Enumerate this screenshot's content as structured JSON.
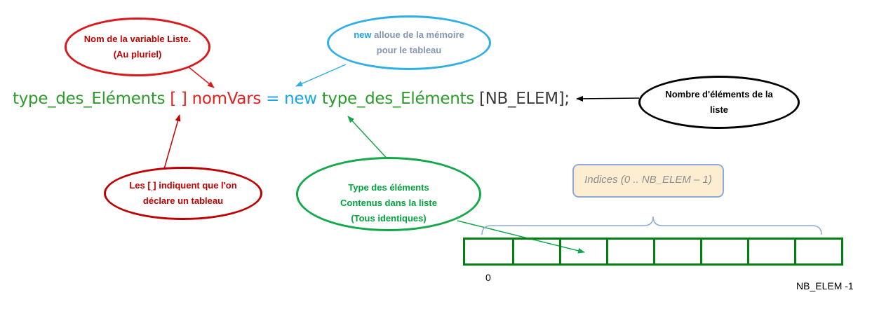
{
  "code": {
    "type_elements": "type_des_Eléments",
    "brackets": "[ ]",
    "var_name": "nomVars",
    "equals": "=",
    "new_kw": "new",
    "type_elements_2": "type_des_Eléments",
    "size": "[NB_ELEM];"
  },
  "callouts": {
    "var_name": {
      "line1": "Nom de la variable Liste.",
      "line2": "(Au pluriel)"
    },
    "new_alloc": {
      "keyword": "new",
      "line1_rest": " alloue de la mémoire",
      "line2": "pour le tableau"
    },
    "count": {
      "line1": "Nombre d'éléments de la",
      "line2": "liste"
    },
    "brackets": {
      "pre": "Les ",
      "mark": "[ ]",
      "post": " indiquent que l'on",
      "line2": "déclare un tableau"
    },
    "type": {
      "line1": "Type des éléments",
      "line2": "Contenus dans la liste",
      "line3": "(Tous identiques)"
    }
  },
  "indices_label": "Indices (0 .. NB_ELEM – 1)",
  "array": {
    "cell_count": 8,
    "first_index": "0",
    "last_index": "NB_ELEM -1"
  },
  "colors": {
    "code_type": "#2c9b2c",
    "code_var": "#e0221f",
    "code_new": "#18a4e6",
    "array_border": "#00800e"
  }
}
